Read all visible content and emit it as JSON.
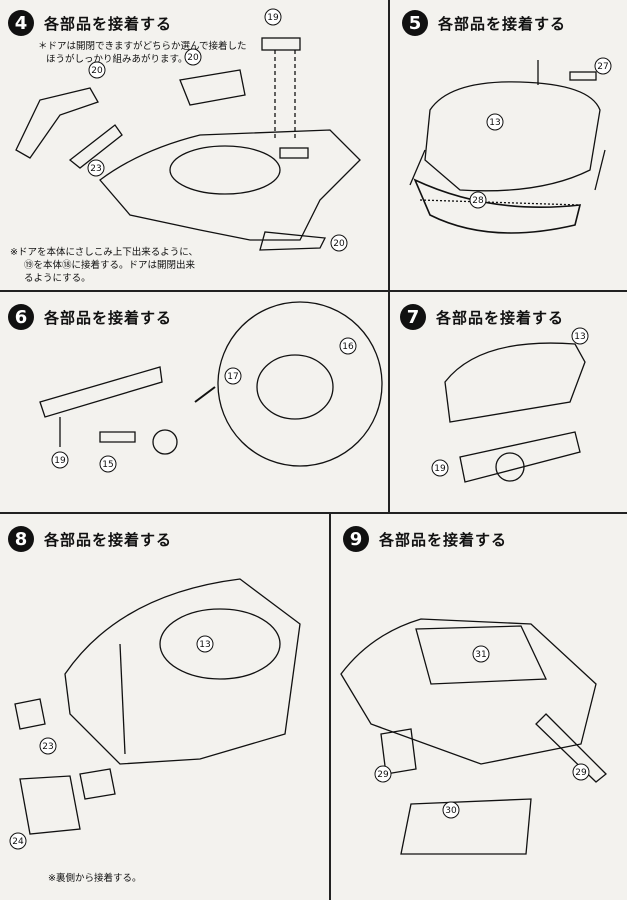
{
  "steps": [
    {
      "num": "4",
      "title": "各部品を接着する"
    },
    {
      "num": "5",
      "title": "各部品を接着する"
    },
    {
      "num": "6",
      "title": "各部品を接着する"
    },
    {
      "num": "7",
      "title": "各部品を接着する"
    },
    {
      "num": "8",
      "title": "各部品を接着する"
    },
    {
      "num": "9",
      "title": "各部品を接着する"
    }
  ],
  "notes": {
    "step4_top_1": "＊ドアは開閉できますがどちらか選んで接着した",
    "step4_top_2": "ほうがしっかり組みあがります。",
    "step4_bottom_1": "※ドアを本体にさしこみ上下出来るように、",
    "step4_bottom_2": "⑲を本体⑱に接着する。ドアは開閉出来",
    "step4_bottom_3": "るようにする。",
    "step8_bottom": "※裏側から接着する。"
  },
  "callouts": {
    "p19a": "19",
    "p20a": "20",
    "p20b": "20",
    "p20c": "20",
    "p23a": "23",
    "p27": "27",
    "p13a": "13",
    "p28": "28",
    "p17": "17",
    "p16": "16",
    "p19b": "19",
    "p15": "15",
    "p13b": "13",
    "p19c": "19",
    "p13c": "13",
    "p23b": "23",
    "p24": "24",
    "p31": "31",
    "p29a": "29",
    "p29b": "29",
    "p30": "30"
  }
}
